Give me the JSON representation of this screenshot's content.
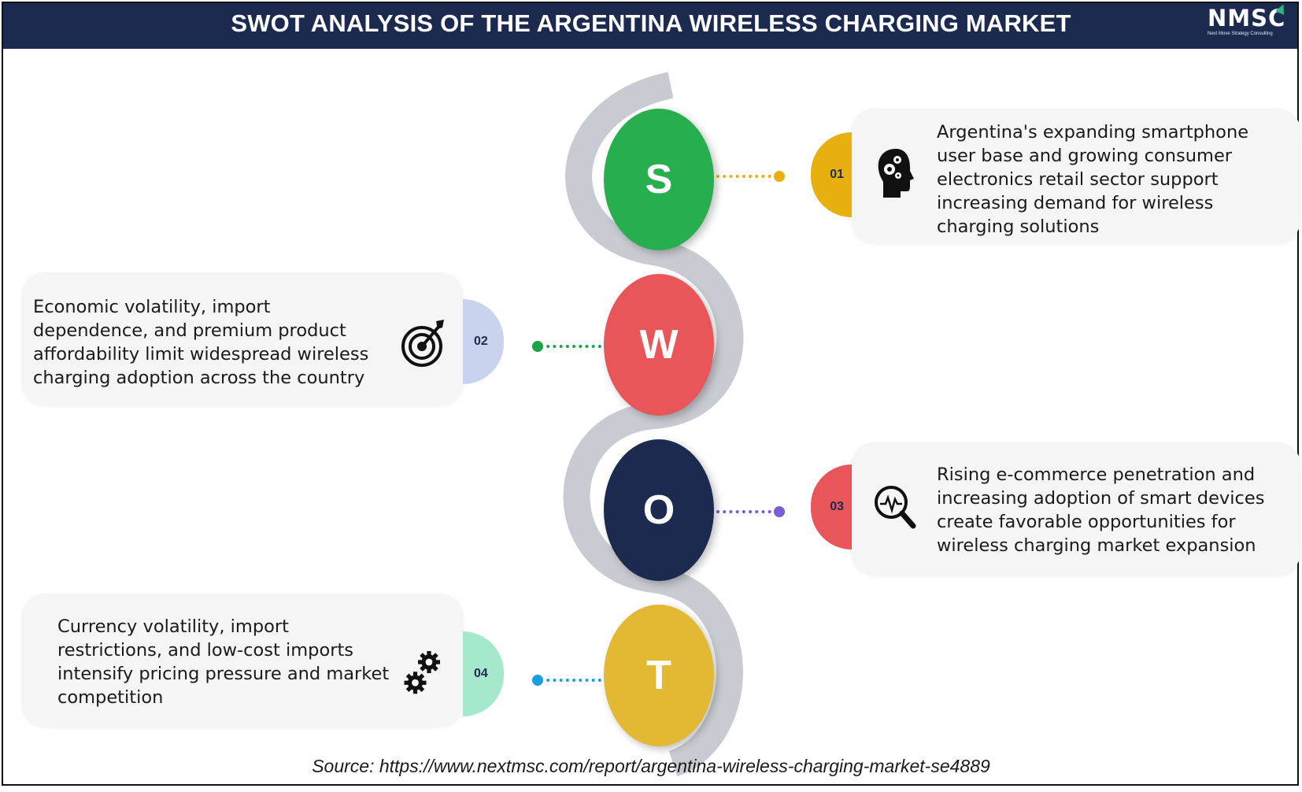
{
  "header": {
    "title": "SWOT ANALYSIS OF THE ARGENTINA WIRELESS CHARGING MARKET",
    "logo_text": "NMSC",
    "logo_tagline": "Next Move Strategy Consulting"
  },
  "swot": [
    {
      "letter": "S",
      "number": "01",
      "text": "Argentina's expanding smartphone user base and growing consumer electronics retail sector support increasing demand for wireless charging solutions",
      "color": "#27ae4f",
      "accent": "#e8b00f",
      "icon": "head-gears-icon"
    },
    {
      "letter": "W",
      "number": "02",
      "text": "Economic volatility, import dependence, and premium product affordability limit widespread wireless charging adoption across the country",
      "color": "#e8565a",
      "accent": "#c9d3ee",
      "icon": "target-icon"
    },
    {
      "letter": "O",
      "number": "03",
      "text": "Rising e-commerce penetration and increasing adoption of smart devices create favorable opportunities for wireless charging market expansion",
      "color": "#1d2a4f",
      "accent": "#e8565a",
      "icon": "magnifier-pulse-icon"
    },
    {
      "letter": "T",
      "number": "04",
      "text": "Currency volatility, import restrictions, and low-cost imports intensify pricing pressure and market competition",
      "color": "#e3b833",
      "accent": "#a6e8cc",
      "icon": "gears-icon"
    }
  ],
  "connector_colors": {
    "s": "#e8b00f",
    "w": "#1aa34a",
    "o": "#7b5bd6",
    "t": "#1a9fe0"
  },
  "source": "Source: https://www.nextmsc.com/report/argentina-wireless-charging-market-se4889"
}
